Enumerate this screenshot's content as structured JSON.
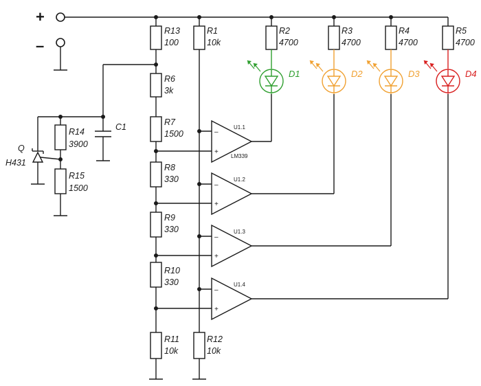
{
  "supply": {
    "plus": "+",
    "minus": "–"
  },
  "resistors": {
    "r13": {
      "ref": "R13",
      "value": "100"
    },
    "r6": {
      "ref": "R6",
      "value": "3k"
    },
    "r7": {
      "ref": "R7",
      "value": "1500"
    },
    "r8": {
      "ref": "R8",
      "value": "330"
    },
    "r9": {
      "ref": "R9",
      "value": "330"
    },
    "r10": {
      "ref": "R10",
      "value": "330"
    },
    "r11": {
      "ref": "R11",
      "value": "10k"
    },
    "r1": {
      "ref": "R1",
      "value": "10k"
    },
    "r12": {
      "ref": "R12",
      "value": "10k"
    },
    "r2": {
      "ref": "R2",
      "value": "4700"
    },
    "r3": {
      "ref": "R3",
      "value": "4700"
    },
    "r4": {
      "ref": "R4",
      "value": "4700"
    },
    "r5": {
      "ref": "R5",
      "value": "4700"
    },
    "r14": {
      "ref": "R14",
      "value": "3900"
    },
    "r15": {
      "ref": "R15",
      "value": "1500"
    }
  },
  "capacitor": {
    "ref": "C1"
  },
  "regulator": {
    "ref": "Q",
    "part": "H431"
  },
  "leds": {
    "d1": {
      "ref": "D1",
      "color": "#2e9e2e"
    },
    "d2": {
      "ref": "D2",
      "color": "#f0a030"
    },
    "d3": {
      "ref": "D3",
      "color": "#f0a030"
    },
    "d4": {
      "ref": "D4",
      "color": "#d81e1e"
    }
  },
  "comparators": {
    "u1": {
      "ref": "U1.1",
      "part": "LM339",
      "minus": "–",
      "plus": "+"
    },
    "u2": {
      "ref": "U1.2",
      "minus": "–",
      "plus": "+"
    },
    "u3": {
      "ref": "U1.3",
      "minus": "–",
      "plus": "+"
    },
    "u4": {
      "ref": "U1.4",
      "minus": "–",
      "plus": "+"
    }
  }
}
